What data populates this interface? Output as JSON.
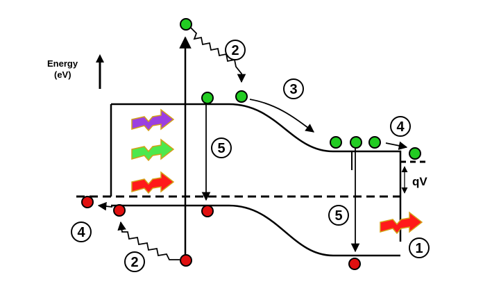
{
  "axis": {
    "label_line1": "Energy",
    "label_line2": "(eV)"
  },
  "labels": {
    "qv": "qV"
  },
  "steps": {
    "s1": "1",
    "s2a": "2",
    "s2b": "2",
    "s3": "3",
    "s4a": "4",
    "s4b": "4",
    "s5a": "5",
    "s5b": "5"
  },
  "colors": {
    "electron": "#22cc22",
    "hole": "#e01010",
    "photon_violet": "#9b3fe0",
    "photon_green": "#4de84d",
    "photon_red": "#ff1a1a",
    "photon_outline": "#d4a017"
  }
}
